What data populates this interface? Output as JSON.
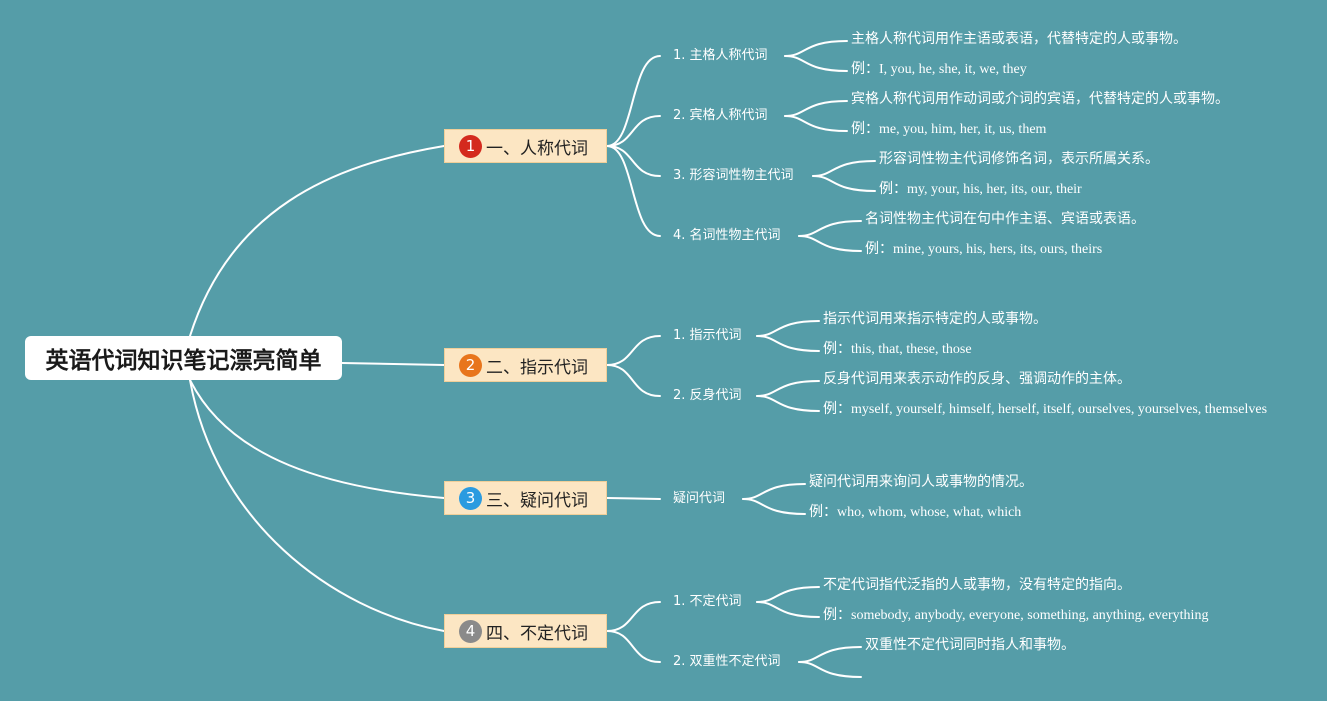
{
  "title": "英语代词知识笔记漂亮简单",
  "colors": {
    "background": "#559da8",
    "category_fill": "#fce6c3",
    "badges": [
      "#d42a1e",
      "#e8751c",
      "#2b9be0",
      "#8a8a8a"
    ]
  },
  "categories": [
    {
      "number": "1",
      "label": "一、人称代词",
      "subs": [
        {
          "label": "1. 主格人称代词",
          "leaves": [
            "主格人称代词用作主语或表语，代替特定的人或事物。",
            "例：I, you, he, she, it, we, they"
          ]
        },
        {
          "label": "2. 宾格人称代词",
          "leaves": [
            "宾格人称代词用作动词或介词的宾语，代替特定的人或事物。",
            "例：me, you, him, her, it, us, them"
          ]
        },
        {
          "label": "3. 形容词性物主代词",
          "leaves": [
            "形容词性物主代词修饰名词，表示所属关系。",
            "例：my, your, his, her, its, our, their"
          ]
        },
        {
          "label": "4. 名词性物主代词",
          "leaves": [
            "名词性物主代词在句中作主语、宾语或表语。",
            "例：mine, yours, his, hers, its, ours, theirs"
          ]
        }
      ]
    },
    {
      "number": "2",
      "label": "二、指示代词",
      "subs": [
        {
          "label": "1. 指示代词",
          "leaves": [
            "指示代词用来指示特定的人或事物。",
            "例：this, that, these, those"
          ]
        },
        {
          "label": "2. 反身代词",
          "leaves": [
            "反身代词用来表示动作的反身、强调动作的主体。",
            "例：myself, yourself, himself, herself, itself, ourselves, yourselves, themselves"
          ]
        }
      ]
    },
    {
      "number": "3",
      "label": "三、疑问代词",
      "subs": [
        {
          "label": "疑问代词",
          "leaves": [
            "疑问代词用来询问人或事物的情况。",
            "例：who, whom, whose, what, which"
          ]
        }
      ]
    },
    {
      "number": "4",
      "label": "四、不定代词",
      "subs": [
        {
          "label": "1. 不定代词",
          "leaves": [
            "不定代词指代泛指的人或事物，没有特定的指向。",
            "例：somebody, anybody, everyone, something, anything, everything"
          ]
        },
        {
          "label": "2. 双重性不定代词",
          "leaves": [
            "双重性不定代词同时指人和事物。",
            ""
          ]
        }
      ]
    }
  ]
}
